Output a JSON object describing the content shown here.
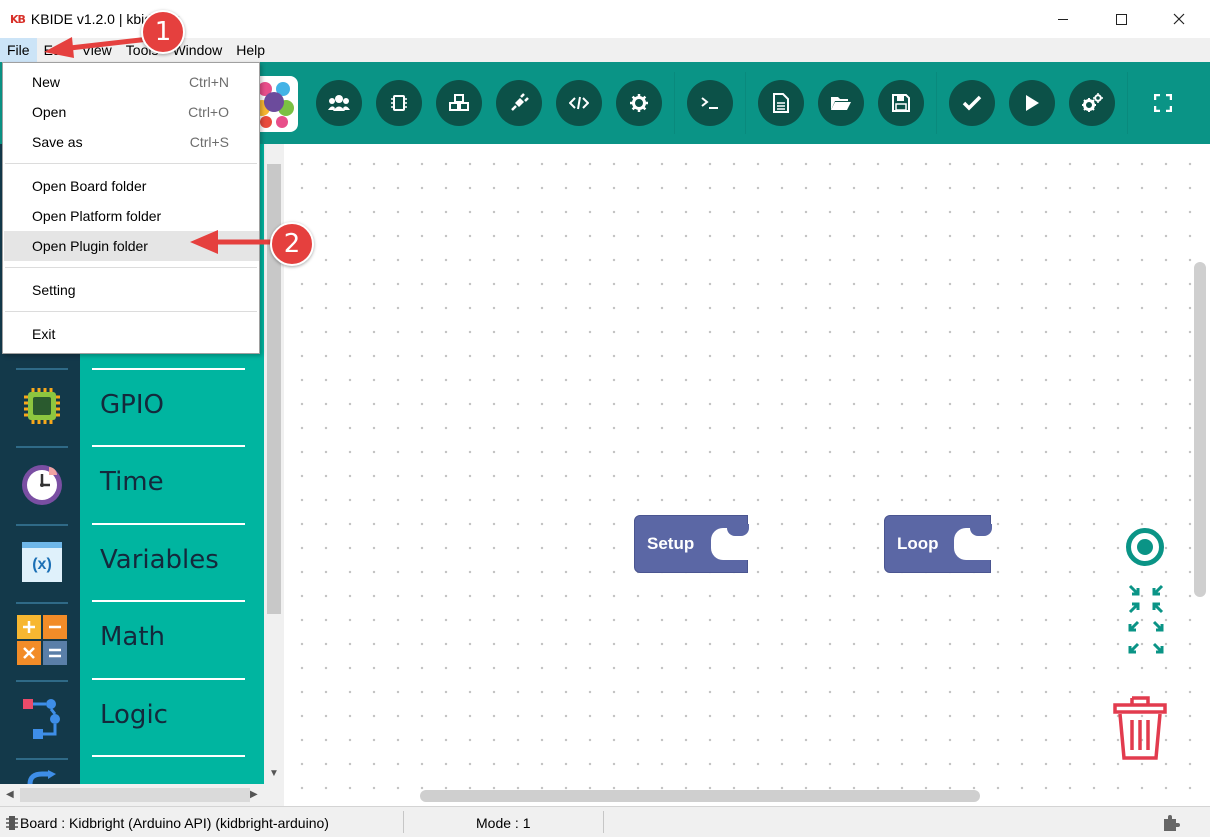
{
  "window": {
    "logo_text": "KB",
    "title": "KBIDE v1.2.0 | kbideorg"
  },
  "menubar": {
    "items": [
      "File",
      "Edit",
      "View",
      "Tools",
      "Window",
      "Help"
    ]
  },
  "file_menu": {
    "items": [
      {
        "label": "New",
        "shortcut": "Ctrl+N"
      },
      {
        "label": "Open",
        "shortcut": "Ctrl+O"
      },
      {
        "label": "Save as",
        "shortcut": "Ctrl+S"
      },
      {
        "label": "Open Board folder",
        "shortcut": ""
      },
      {
        "label": "Open Platform folder",
        "shortcut": ""
      },
      {
        "label": "Open Plugin folder",
        "shortcut": ""
      },
      {
        "label": "Setting",
        "shortcut": ""
      },
      {
        "label": "Exit",
        "shortcut": ""
      }
    ],
    "highlighted": "Open Plugin folder"
  },
  "toolbar": {
    "buttons": [
      {
        "icon": "users-icon"
      },
      {
        "icon": "chip-icon"
      },
      {
        "icon": "cubes-icon"
      },
      {
        "icon": "plug-icon"
      },
      {
        "icon": "code-icon"
      },
      {
        "icon": "gear-icon"
      },
      {
        "icon": "terminal-icon"
      },
      {
        "icon": "new-file-icon"
      },
      {
        "icon": "folder-open-icon"
      },
      {
        "icon": "save-icon"
      },
      {
        "icon": "check-icon"
      },
      {
        "icon": "play-icon"
      },
      {
        "icon": "cogs-icon"
      },
      {
        "icon": "fullscreen-icon"
      }
    ]
  },
  "sidebar": {
    "categories": [
      "GPIO",
      "Time",
      "Variables",
      "Math",
      "Logic"
    ],
    "variables_icon_text": "(x)"
  },
  "workspace": {
    "blocks": [
      {
        "label": "Setup"
      },
      {
        "label": "Loop"
      }
    ]
  },
  "statusbar": {
    "board": "Board : Kidbright (Arduino API) (kidbright-arduino)",
    "mode": "Mode : 1"
  },
  "annotations": {
    "step1": "1",
    "step2": "2"
  },
  "colors": {
    "toolbar": "#0a9486",
    "toolbar_button": "#0c5148",
    "sidebar_dark": "#13394a",
    "sidebar_categories": "#00b5a0",
    "block": "#5b67a5",
    "annotation": "#e5403e"
  }
}
